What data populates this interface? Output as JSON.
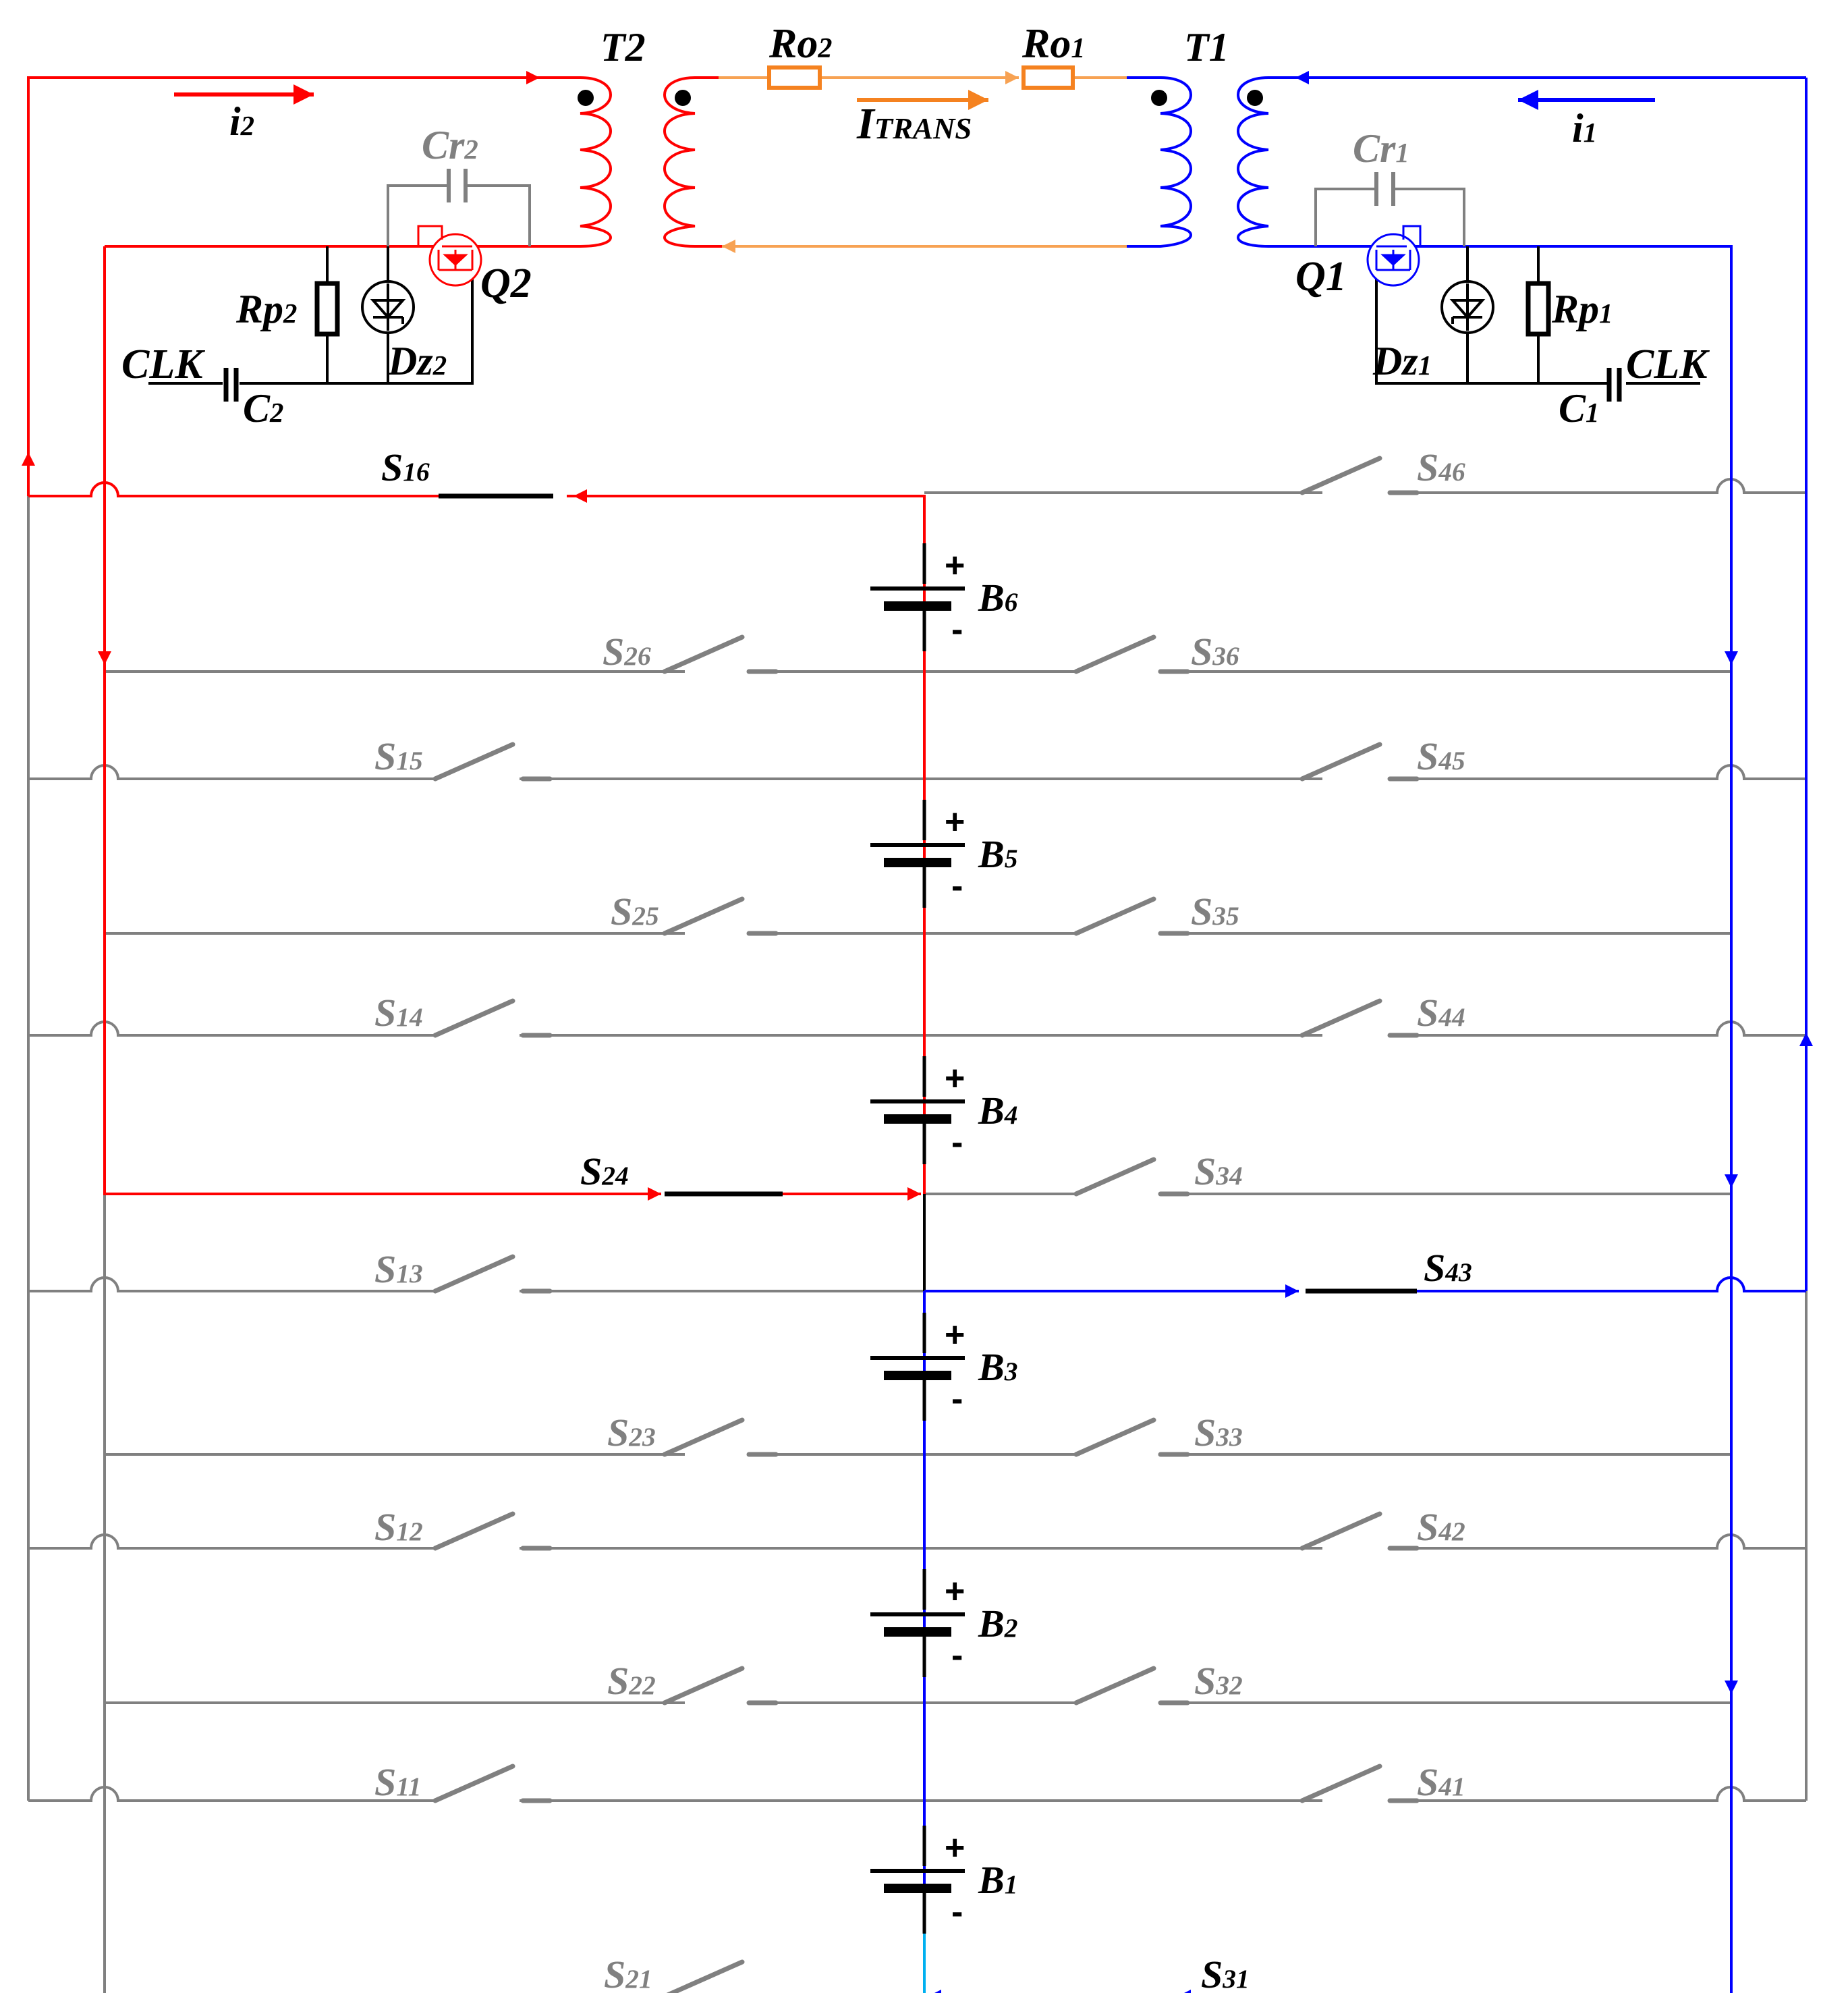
{
  "colors": {
    "gray": "#808080",
    "red": "#ff0000",
    "blue": "#0000ff",
    "orange": "#f58220",
    "orange_light": "#f7a253",
    "black": "#000000",
    "cyan": "#00b0f0"
  },
  "labels": {
    "T2": "T2",
    "T1": "T1",
    "Ro2": {
      "main": "Ro",
      "sub": "2"
    },
    "Ro1": {
      "main": "Ro",
      "sub": "1"
    },
    "Itrans": {
      "main": "I",
      "sub": "TRANS"
    },
    "i2": {
      "main": "i",
      "sub": "2"
    },
    "i1": {
      "main": "i",
      "sub": "1"
    },
    "Cr2": {
      "main": "Cr",
      "sub": "2"
    },
    "Cr1": {
      "main": "Cr",
      "sub": "1"
    },
    "Q2": "Q2",
    "Q1": "Q1",
    "Rp2": {
      "main": "Rp",
      "sub": "2"
    },
    "Rp1": {
      "main": "Rp",
      "sub": "1"
    },
    "Dz2": {
      "main": "Dz",
      "sub": "2"
    },
    "Dz1": {
      "main": "Dz",
      "sub": "1"
    },
    "C2": {
      "main": "C",
      "sub": "2"
    },
    "C1": {
      "main": "C",
      "sub": "1"
    },
    "CLK_left": "CLK",
    "CLK_right": "CLK",
    "plus": "+",
    "minus": "-"
  },
  "batteries": [
    {
      "main": "B",
      "sub": "6"
    },
    {
      "main": "B",
      "sub": "5"
    },
    {
      "main": "B",
      "sub": "4"
    },
    {
      "main": "B",
      "sub": "3"
    },
    {
      "main": "B",
      "sub": "2"
    },
    {
      "main": "B",
      "sub": "1"
    }
  ],
  "switches": {
    "S16": {
      "main": "S",
      "sub": "16",
      "state": "closed"
    },
    "S46": {
      "main": "S",
      "sub": "46",
      "state": "open"
    },
    "S26": {
      "main": "S",
      "sub": "26",
      "state": "open"
    },
    "S36": {
      "main": "S",
      "sub": "36",
      "state": "open"
    },
    "S15": {
      "main": "S",
      "sub": "15",
      "state": "open"
    },
    "S45": {
      "main": "S",
      "sub": "45",
      "state": "open"
    },
    "S25": {
      "main": "S",
      "sub": "25",
      "state": "open"
    },
    "S35": {
      "main": "S",
      "sub": "35",
      "state": "open"
    },
    "S14": {
      "main": "S",
      "sub": "14",
      "state": "open"
    },
    "S44": {
      "main": "S",
      "sub": "44",
      "state": "open"
    },
    "S24": {
      "main": "S",
      "sub": "24",
      "state": "closed"
    },
    "S34": {
      "main": "S",
      "sub": "34",
      "state": "open"
    },
    "S13": {
      "main": "S",
      "sub": "13",
      "state": "open"
    },
    "S43": {
      "main": "S",
      "sub": "43",
      "state": "closed"
    },
    "S23": {
      "main": "S",
      "sub": "23",
      "state": "open"
    },
    "S33": {
      "main": "S",
      "sub": "33",
      "state": "open"
    },
    "S12": {
      "main": "S",
      "sub": "12",
      "state": "open"
    },
    "S42": {
      "main": "S",
      "sub": "42",
      "state": "open"
    },
    "S22": {
      "main": "S",
      "sub": "22",
      "state": "open"
    },
    "S32": {
      "main": "S",
      "sub": "32",
      "state": "open"
    },
    "S11": {
      "main": "S",
      "sub": "11",
      "state": "open"
    },
    "S41": {
      "main": "S",
      "sub": "41",
      "state": "open"
    },
    "S21": {
      "main": "S",
      "sub": "21",
      "state": "open"
    },
    "S31": {
      "main": "S",
      "sub": "31",
      "state": "closed"
    }
  }
}
